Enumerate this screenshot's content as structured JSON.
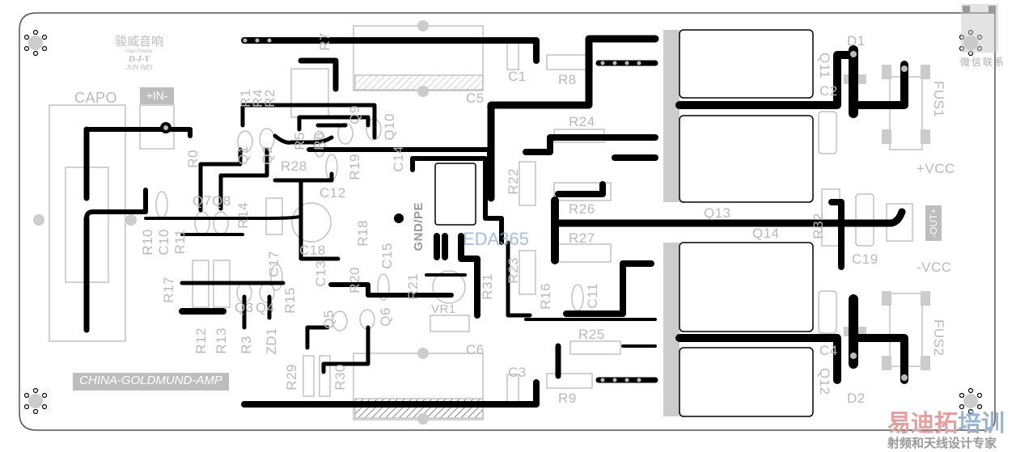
{
  "board": {
    "brand_cn": "骏威音响",
    "brand_sub": "High-Fidelity",
    "brand_diy": "D-I-Y",
    "brand_en": "JUN WEI",
    "title_plate": "CHINA-GOLDMUND-AMP",
    "input_label": "+IN-",
    "output_label": "-OUT+",
    "capo": "CAPO",
    "gnd": "GND/PE",
    "pos_supply": "+VCC",
    "neg_supply": "-VCC"
  },
  "components": {
    "R1": "R1",
    "R4": "R4",
    "R2": "R2",
    "R7": "R7",
    "C5": "C5",
    "C1": "C1",
    "R8": "R8",
    "D1": "D1",
    "Q11": "Q11",
    "C2": "C2",
    "FUS1": "FUS1",
    "R24": "R24",
    "R22": "R22",
    "R26": "R26",
    "R27": "R27",
    "Q13": "Q13",
    "Q14": "Q14",
    "R32": "R32",
    "C19": "C19",
    "FUS2": "FUS2",
    "Q12": "Q12",
    "D2": "D2",
    "C4": "C4",
    "C6": "C6",
    "C3": "C3",
    "R9": "R9",
    "R25": "R25",
    "R16": "R16",
    "C11": "C11",
    "R23": "R23",
    "R28": "R28",
    "C12": "C12",
    "R19": "R19",
    "C14": "C14",
    "Q9": "Q9",
    "Q10": "Q10",
    "R5": "R5",
    "R6": "R6",
    "Q1": "Q1",
    "Q2": "Q2",
    "R0": "R0",
    "Q7": "Q7",
    "Q8": "Q8",
    "R14": "R14",
    "R18": "R18",
    "C18": "C18",
    "C17": "C17",
    "C13": "C13",
    "R20": "R20",
    "C15": "C15",
    "R10": "R10",
    "C10": "C10",
    "R11": "R11",
    "R17": "R17",
    "R12": "R12",
    "R13": "R13",
    "Q3": "Q3",
    "Q4": "Q4",
    "R15": "R15",
    "R3": "R3",
    "ZD1": "ZD1",
    "R29": "R29",
    "R30": "R30",
    "Q5": "Q5",
    "Q6": "Q6",
    "R21": "R21",
    "VR1": "VR1",
    "R31": "R31"
  },
  "watermarks": {
    "eda": "EDA365",
    "wechat": "微信联系",
    "training_a": "易迪拓",
    "training_b": "培训",
    "slogan": "射频和天线设计专家"
  },
  "colors": {
    "copper": "#000000",
    "silk": "#bdbdbd",
    "outline": "#555555"
  }
}
